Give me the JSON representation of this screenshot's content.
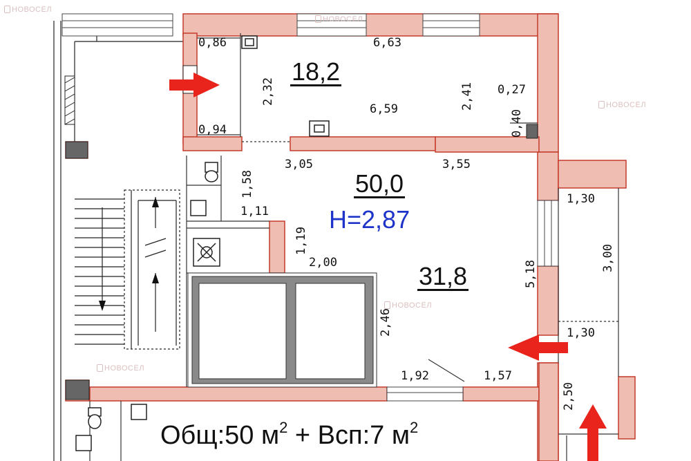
{
  "rooms": {
    "room_1_area": "18,2",
    "total_area": "50,0",
    "ceiling_height": "H=2,87",
    "room_2_area": "31,8"
  },
  "dimensions": {
    "d_0_86": "0,86",
    "d_6_63": "6,63",
    "d_2_32": "2,32",
    "d_6_59": "6,59",
    "d_2_41": "2,41",
    "d_0_27": "0,27",
    "d_0_40": "0,40",
    "d_0_94": "0,94",
    "d_3_05": "3,05",
    "d_3_55": "3,55",
    "d_1_58": "1,58",
    "d_1_11": "1,11",
    "d_1_19": "1,19",
    "d_2_00": "2,00",
    "d_1_30_top": "1,30",
    "d_3_00": "3,00",
    "d_5_18": "5,18",
    "d_2_46": "2,46",
    "d_1_30_bottom": "1,30",
    "d_2_50": "2,50",
    "d_1_92": "1,92",
    "d_1_57": "1,57"
  },
  "summary": {
    "prefix": "Общ:50 м",
    "sup1": "2",
    "middle": " + Всп:7 м",
    "sup2": "2"
  },
  "watermark": "НОВОСЁЛ",
  "colors": {
    "wall_fill": "#f0bdb3",
    "wall_stroke": "#c33b2b",
    "arrow": "#e8241c",
    "height_text": "#1d33c9"
  }
}
